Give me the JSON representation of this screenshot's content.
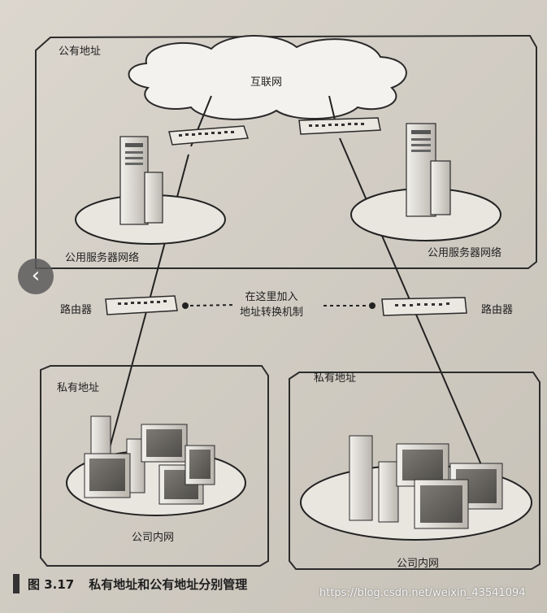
{
  "regions": {
    "public": "公有地址",
    "private_left": "私有地址",
    "private_right": "私有地址"
  },
  "internet": "互联网",
  "server_network_left": "公用服务器网络",
  "server_network_right": "公用服务器网络",
  "router_left": "路由器",
  "router_right": "路由器",
  "nat_note": {
    "line1": "在这里加入",
    "line2": "地址转换机制"
  },
  "lan_left": "公司内网",
  "lan_right": "公司内网",
  "caption": {
    "figure_no": "图 3.17",
    "title": "私有地址和公有地址分别管理"
  },
  "watermark": "https://blog.csdn.net/weixin_43541094",
  "nav": {
    "prev_icon": "chevron-left-icon"
  }
}
